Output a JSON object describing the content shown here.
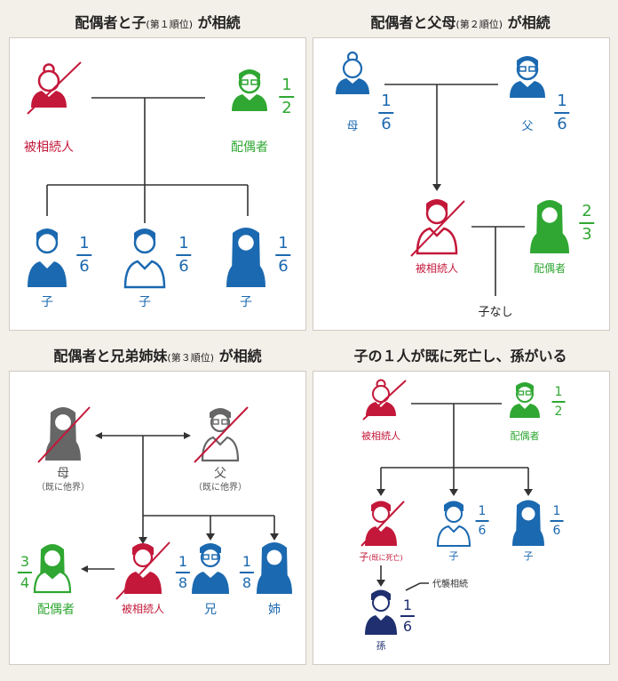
{
  "colors": {
    "deceased": "#c3183a",
    "spouse": "#2fa732",
    "blood": "#1b69b0",
    "grandchild": "#1f2f6f",
    "gray": "#666666",
    "line": "#333333"
  },
  "icons": {
    "female": "female-person-icon",
    "male_glasses": "male-person-glasses-icon",
    "male": "male-person-icon",
    "cross": "cross-mark-icon"
  },
  "panels": {
    "p1": {
      "title_main": "配偶者と子",
      "title_small": "(第１順位)",
      "title_end": "が相続",
      "deceased_label": "被相続人",
      "spouse_label": "配偶者",
      "spouse_share": {
        "n": "1",
        "d": "2"
      },
      "children": [
        {
          "label": "子",
          "n": "1",
          "d": "6"
        },
        {
          "label": "子",
          "n": "1",
          "d": "6"
        },
        {
          "label": "子",
          "n": "1",
          "d": "6"
        }
      ]
    },
    "p2": {
      "title_main": "配偶者と父母",
      "title_small": "(第２順位)",
      "title_end": "が相続",
      "mother_label": "母",
      "mother_share": {
        "n": "1",
        "d": "6"
      },
      "father_label": "父",
      "father_share": {
        "n": "1",
        "d": "6"
      },
      "deceased_label": "被相続人",
      "spouse_label": "配偶者",
      "spouse_share": {
        "n": "2",
        "d": "3"
      },
      "no_child_label": "子なし"
    },
    "p3": {
      "title_main": "配偶者と兄弟姉妹",
      "title_small": "(第３順位)",
      "title_end": "が相続",
      "mother_label": "母",
      "mother_note": "（既に他界）",
      "father_label": "父",
      "father_note": "（既に他界）",
      "spouse_label": "配偶者",
      "spouse_share": {
        "n": "3",
        "d": "4"
      },
      "deceased_label": "被相続人",
      "brother_label": "兄",
      "brother_share": {
        "n": "1",
        "d": "8"
      },
      "sister_label": "姉",
      "sister_share": {
        "n": "1",
        "d": "8"
      }
    },
    "p4": {
      "title": "子の１人が既に死亡し、孫がいる",
      "deceased_label": "被相続人",
      "spouse_label": "配偶者",
      "spouse_share": {
        "n": "1",
        "d": "2"
      },
      "dead_child_label": "子",
      "dead_child_note": "(既に死亡)",
      "child2_label": "子",
      "child2_share": {
        "n": "1",
        "d": "6"
      },
      "child3_label": "子",
      "child3_share": {
        "n": "1",
        "d": "6"
      },
      "grandchild_label": "孫",
      "grandchild_share": {
        "n": "1",
        "d": "6"
      },
      "note": "代襲相続"
    }
  }
}
